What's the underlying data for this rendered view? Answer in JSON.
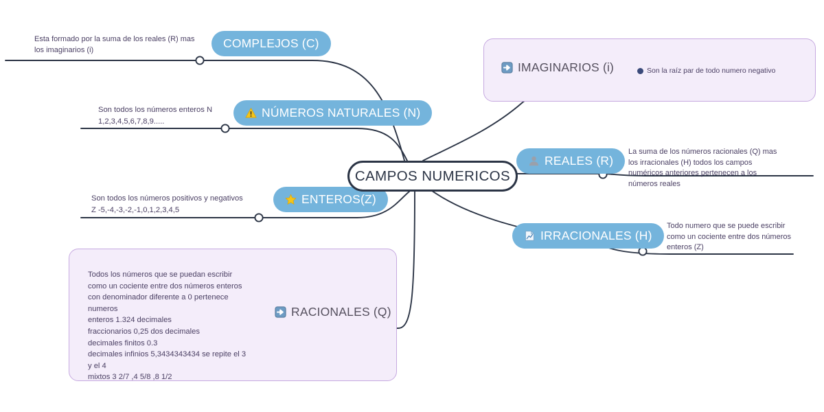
{
  "map": {
    "title": "CAMPOS NUMERICOS"
  },
  "colors": {
    "node_blue": "#74b4dc",
    "central_border": "#2b3445",
    "panel_fill": "#f4edfa",
    "panel_border": "#c6a9e0",
    "note_text": "#4a3f63",
    "wire": "#2b3445",
    "bullet": "#3a4a7a",
    "icon_warning": "#f5c518",
    "icon_star": "#f5c518",
    "icon_arrow_box": "#6d9bc3",
    "icon_person": "#9aa0ab"
  },
  "nodes": {
    "complejos": {
      "label": "COMPLEJOS  (C)",
      "icon": "none",
      "note": "Esta formado por la suma de los reales (R) mas los imaginarios (i)"
    },
    "naturales": {
      "label": "NÚMEROS  NATURALES (N)",
      "icon": "warning-icon",
      "note": "Son todos los números enteros N\n1,2,3,4,5,6,7,8,9....."
    },
    "enteros": {
      "label": "ENTEROS(Z)",
      "icon": "star-icon",
      "note": "Son todos los números positivos y negativos\nZ  -5,-4,-3,-2,-1,0,1,2,3,4,5"
    },
    "racionales": {
      "label": "RACIONALES (Q)",
      "icon": "arrow-right-box-icon",
      "note": "Todos los números que se puedan escribir\ncomo un cociente entre dos números enteros\ncon denominador diferente a 0 pertenece\nnumeros\n    enteros 1.324 decimales\n fraccionarios 0,25 dos decimales\n decimales finitos 0.3\ndecimales infinios 5,3434343434 se repite el 3\ny el 4\n mixtos  3 2/7 ,4 5/8 ,8 1/2"
    },
    "imaginarios": {
      "label": "IMAGINARIOS (i)",
      "icon": "arrow-right-box-icon",
      "note": "Son la raíz par de todo numero negativo"
    },
    "reales": {
      "label": "REALES (R)",
      "icon": "person-icon",
      "note": "La suma de los números racionales (Q) mas los irracionales (H) todos los campos numéricos anteriores pertenecen a los números reales"
    },
    "irracionales": {
      "label": "IRRACIONALES (H)",
      "icon": "document-icon",
      "note": "Todo numero que se puede escribir como un cociente entre dos números enteros (Z)"
    }
  }
}
